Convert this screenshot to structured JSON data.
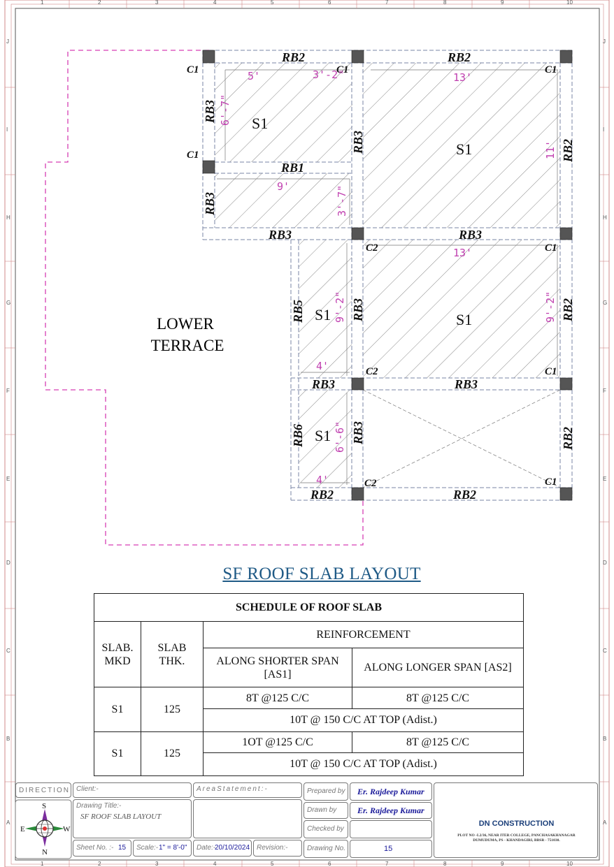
{
  "drawing": {
    "title": "SF ROOF SLAB LAYOUT",
    "area_label_1": "LOWER",
    "area_label_2": "TERRACE",
    "grid_cols": [
      "1",
      "2",
      "3",
      "4",
      "5",
      "6",
      "7",
      "8",
      "9",
      "10"
    ],
    "grid_rows": [
      "J",
      "I",
      "H",
      "G",
      "F",
      "E",
      "D",
      "C",
      "B",
      "A"
    ],
    "columns": {
      "c1": "C1",
      "c2": "C2"
    },
    "beams": {
      "rb1": "RB1",
      "rb2": "RB2",
      "rb3": "RB3",
      "rb5": "RB5",
      "rb6": "RB6"
    },
    "slab_mark": "S1",
    "dims": {
      "d5": "5'",
      "d3_2": "3'-2\"",
      "d13": "13'",
      "d6_7": "6'-7\"",
      "d11": "11'",
      "d9": "9'",
      "d3_7": "3'-7\"",
      "d9_2": "9'-2\"",
      "d4": "4'",
      "d6_6": "6'-6\""
    }
  },
  "schedule": {
    "title": "SCHEDULE OF ROOF SLAB",
    "col_mark": "SLAB. MKD",
    "col_thk": "SLAB THK.",
    "col_reinf": "REINFORCEMENT",
    "col_short": "ALONG SHORTER SPAN [AS1]",
    "col_long": "ALONG LONGER SPAN [AS2]",
    "rows": [
      {
        "mark": "S1",
        "thk": "125",
        "short": "8T @125 C/C",
        "long": "8T @125 C/C",
        "top": "10T @ 150 C/C AT TOP (Adist.)"
      },
      {
        "mark": "S1",
        "thk": "125",
        "short": "1OT @125 C/C",
        "long": "8T @125 C/C",
        "top": "10T @ 150 C/C AT TOP (Adist.)"
      }
    ]
  },
  "title_block": {
    "direction": "DIRECTION",
    "compass": {
      "n": "N",
      "s": "S",
      "e": "E",
      "w": "W"
    },
    "client_label": "Client:-",
    "area_statement_label": "AreaStatement:-",
    "drawing_title_label": "Drawing Title:-",
    "drawing_title_value": "SF ROOF SLAB LAYOUT",
    "prepared_by_label": "Prepared by",
    "prepared_by": "Er. Rajdeep Kumar",
    "drawn_by_label": "Drawn by",
    "drawn_by": "Er. Rajdeep Kumar",
    "checked_by_label": "Checked by",
    "drawing_no_label": "Drawing No.",
    "drawing_no": "15",
    "sheet_no_label": "Sheet No. :-",
    "sheet_no": "15",
    "scale_label": "Scale:-",
    "scale": "1\" = 8'-0\"",
    "date_label": "Date:-",
    "date": "20/10/2024",
    "revision_label": "Revision:-",
    "company": "DN CONSTRUCTION",
    "address_1": "PLOT NO -L2/36, NEAR ITER COLLEGE, PANCHASAKHANAGAR",
    "address_2": "DUMUDUMA, PS - KHANDAGIRI, BBSR - 751030."
  },
  "colors": {
    "terrace": "#d63fb3",
    "dims": "#c040b0",
    "grid": "#7a86a6",
    "title": "#1f5a86",
    "border": "#d08888"
  }
}
